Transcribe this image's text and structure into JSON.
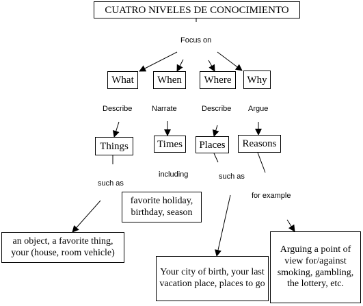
{
  "title": "CUATRO NIVELES DE CONOCIMIENTO",
  "focus_label": "Focus on",
  "questions": [
    {
      "text": "What",
      "verb": "Describe",
      "result": "Things"
    },
    {
      "text": "When",
      "verb": "Narrate",
      "result": "Times"
    },
    {
      "text": "Where",
      "verb": "Describe",
      "result": "Places"
    },
    {
      "text": "Why",
      "verb": "Argue",
      "result": "Reasons"
    }
  ],
  "connectors": {
    "things": "such as",
    "times": "including",
    "places": "such as",
    "reasons": "for example"
  },
  "examples": {
    "things": "an object, a favorite thing, your (house, room vehicle)",
    "times": "favorite holiday, birthday, season",
    "places": "Your city of birth, your last vacation place, places to go",
    "reasons": "Arguing a point of view for/against smoking, gambling, the lottery, etc."
  }
}
